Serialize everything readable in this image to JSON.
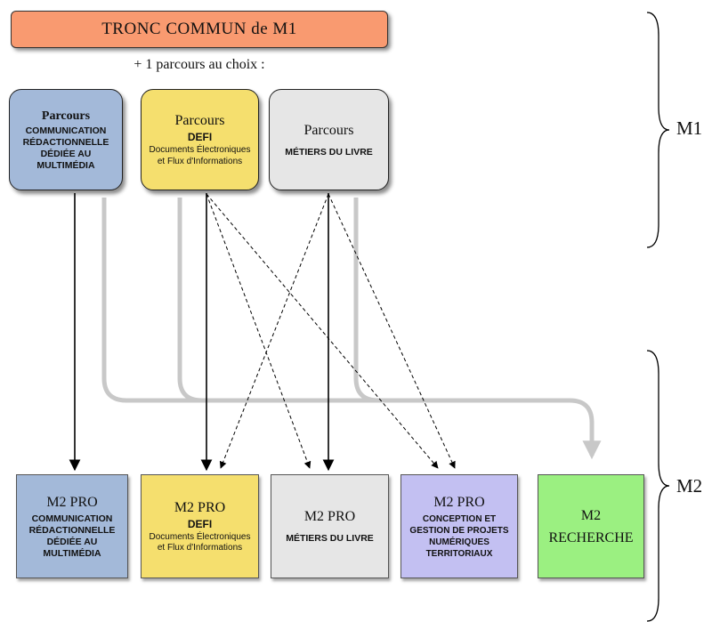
{
  "trunk": {
    "title": "TRONC COMMUN de M1"
  },
  "choice_line": "+ 1 parcours au choix :",
  "side_labels": {
    "m1": "M1",
    "m2": "M2"
  },
  "m1_parcours": {
    "communication": {
      "heading": "Parcours",
      "l1": "COMMUNICATION",
      "l2": "RÉDACTIONNELLE",
      "l3": "DÉDIÉE AU",
      "l4": "MULTIMÉDIA"
    },
    "defi": {
      "heading": "Parcours",
      "name": "DEFI",
      "l1": "Documents Électroniques",
      "l2": "et Flux d'Informations"
    },
    "metiers": {
      "heading": "Parcours",
      "name": "MÉTIERS DU LIVRE"
    }
  },
  "m2": {
    "communication": {
      "heading": "M2 PRO",
      "l1": "COMMUNICATION",
      "l2": "RÉDACTIONNELLE",
      "l3": "DÉDIÉE AU",
      "l4": "MULTIMÉDIA"
    },
    "defi": {
      "heading": "M2 PRO",
      "name": "DEFI",
      "l1": "Documents Électroniques",
      "l2": "et Flux d'Informations"
    },
    "metiers": {
      "heading": "M2 PRO",
      "name": "MÉTIERS DU LIVRE"
    },
    "conception": {
      "heading": "M2 PRO",
      "l1": "CONCEPTION ET",
      "l2": "GESTION DE PROJETS",
      "l3": "NUMÉRIQUES",
      "l4": "TERRITORIAUX"
    },
    "recherche": {
      "heading": "M2",
      "name": "RECHERCHE"
    }
  },
  "colors": {
    "trunk": "#f99a70",
    "communication": "#a3b9d9",
    "defi": "#f5df6e",
    "metiers": "#e6e6e6",
    "conception": "#c3c0f2",
    "recherche": "#9bf081",
    "recherche_connector": "#c8c8c8"
  }
}
